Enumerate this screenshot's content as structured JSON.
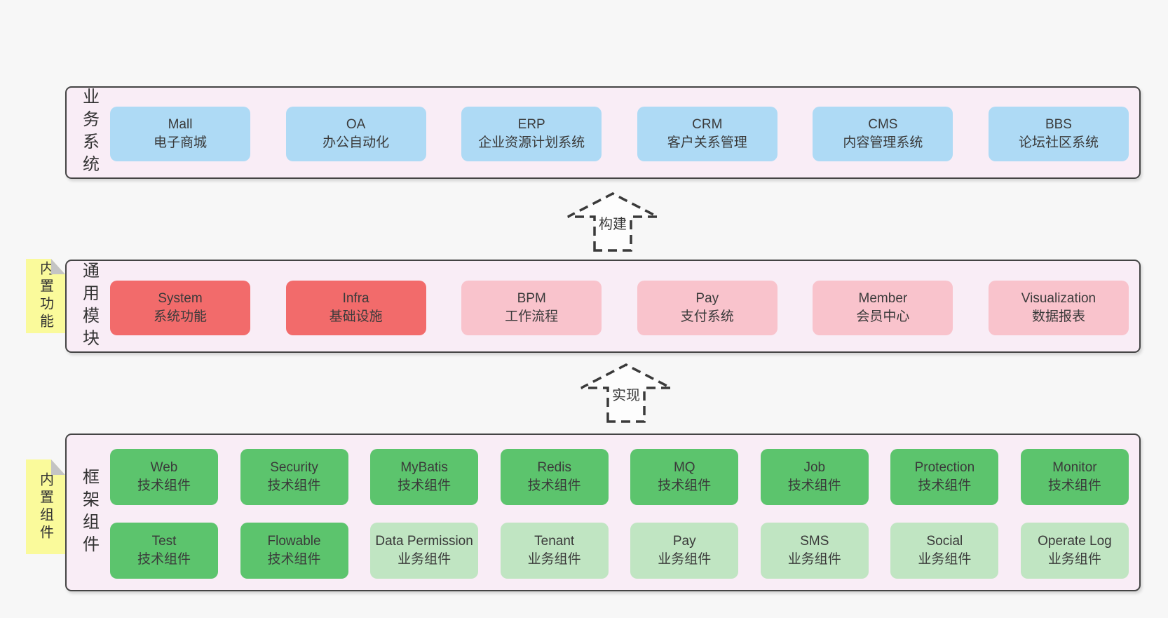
{
  "colors": {
    "page_background": "#f7f7f7",
    "layer_fill": "#f9edf6",
    "layer_border": "#444444",
    "blue_box": "#aedaf5",
    "red_box": "#f26b6b",
    "pink_box": "#f9c3cc",
    "green_box": "#5cc46d",
    "lightgreen_box": "#c0e5c2",
    "sticky_note": "#fafa9b",
    "note_fold": "#c4c4c4",
    "text": "#3a3a3a"
  },
  "layers": {
    "business": {
      "label": "业务系统",
      "boxes": [
        {
          "en": "Mall",
          "zh": "电子商城",
          "type": "blue"
        },
        {
          "en": "OA",
          "zh": "办公自动化",
          "type": "blue"
        },
        {
          "en": "ERP",
          "zh": "企业资源计划系统",
          "type": "blue"
        },
        {
          "en": "CRM",
          "zh": "客户关系管理",
          "type": "blue"
        },
        {
          "en": "CMS",
          "zh": "内容管理系统",
          "type": "blue"
        },
        {
          "en": "BBS",
          "zh": "论坛社区系统",
          "type": "blue"
        }
      ]
    },
    "modules": {
      "label": "通用模块",
      "note": "内置功能",
      "boxes": [
        {
          "en": "System",
          "zh": "系统功能",
          "type": "red"
        },
        {
          "en": "Infra",
          "zh": "基础设施",
          "type": "red"
        },
        {
          "en": "BPM",
          "zh": "工作流程",
          "type": "pink"
        },
        {
          "en": "Pay",
          "zh": "支付系统",
          "type": "pink"
        },
        {
          "en": "Member",
          "zh": "会员中心",
          "type": "pink"
        },
        {
          "en": "Visualization",
          "zh": "数据报表",
          "type": "pink"
        }
      ]
    },
    "framework": {
      "label": "框架组件",
      "note": "内置组件",
      "row1": [
        {
          "en": "Web",
          "zh": "技术组件",
          "type": "green"
        },
        {
          "en": "Security",
          "zh": "技术组件",
          "type": "green"
        },
        {
          "en": "MyBatis",
          "zh": "技术组件",
          "type": "green"
        },
        {
          "en": "Redis",
          "zh": "技术组件",
          "type": "green"
        },
        {
          "en": "MQ",
          "zh": "技术组件",
          "type": "green"
        },
        {
          "en": "Job",
          "zh": "技术组件",
          "type": "green"
        },
        {
          "en": "Protection",
          "zh": "技术组件",
          "type": "green"
        },
        {
          "en": "Monitor",
          "zh": "技术组件",
          "type": "green"
        }
      ],
      "row2": [
        {
          "en": "Test",
          "zh": "技术组件",
          "type": "green"
        },
        {
          "en": "Flowable",
          "zh": "技术组件",
          "type": "green"
        },
        {
          "en": "Data Permission",
          "zh": "业务组件",
          "type": "lightgreen"
        },
        {
          "en": "Tenant",
          "zh": "业务组件",
          "type": "lightgreen"
        },
        {
          "en": "Pay",
          "zh": "业务组件",
          "type": "lightgreen"
        },
        {
          "en": "SMS",
          "zh": "业务组件",
          "type": "lightgreen"
        },
        {
          "en": "Social",
          "zh": "业务组件",
          "type": "lightgreen"
        },
        {
          "en": "Operate Log",
          "zh": "业务组件",
          "type": "lightgreen"
        }
      ]
    }
  },
  "arrows": {
    "build": {
      "label": "构建"
    },
    "implement": {
      "label": "实现"
    }
  }
}
